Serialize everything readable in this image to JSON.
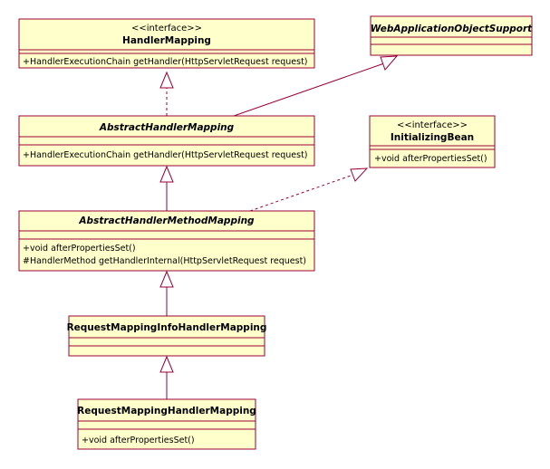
{
  "classes": {
    "handler_mapping": {
      "stereotype": "<<interface>>",
      "name": "HandlerMapping",
      "methods": [
        "+HandlerExecutionChain getHandler(HttpServletRequest request)"
      ]
    },
    "web_application_object_support": {
      "name": "WebApplicationObjectSupport"
    },
    "abstract_handler_mapping": {
      "name": "AbstractHandlerMapping",
      "methods": [
        "+HandlerExecutionChain getHandler(HttpServletRequest request)"
      ]
    },
    "initializing_bean": {
      "stereotype": "<<interface>>",
      "name": "InitializingBean",
      "methods": [
        "+void afterPropertiesSet()"
      ]
    },
    "abstract_handler_method_mapping": {
      "name": "AbstractHandlerMethodMapping",
      "methods": [
        "+void afterPropertiesSet()",
        "#HandlerMethod getHandlerInternal(HttpServletRequest request)"
      ]
    },
    "request_mapping_info_handler_mapping": {
      "name": "RequestMappingInfoHandlerMapping"
    },
    "request_mapping_handler_mapping": {
      "name": "RequestMappingHandlerMapping",
      "methods": [
        "+void afterPropertiesSet()"
      ]
    }
  },
  "colors": {
    "class_fill": "#ffffcc",
    "class_border": "#990033",
    "relation_line": "#990033",
    "text": "#000000"
  }
}
